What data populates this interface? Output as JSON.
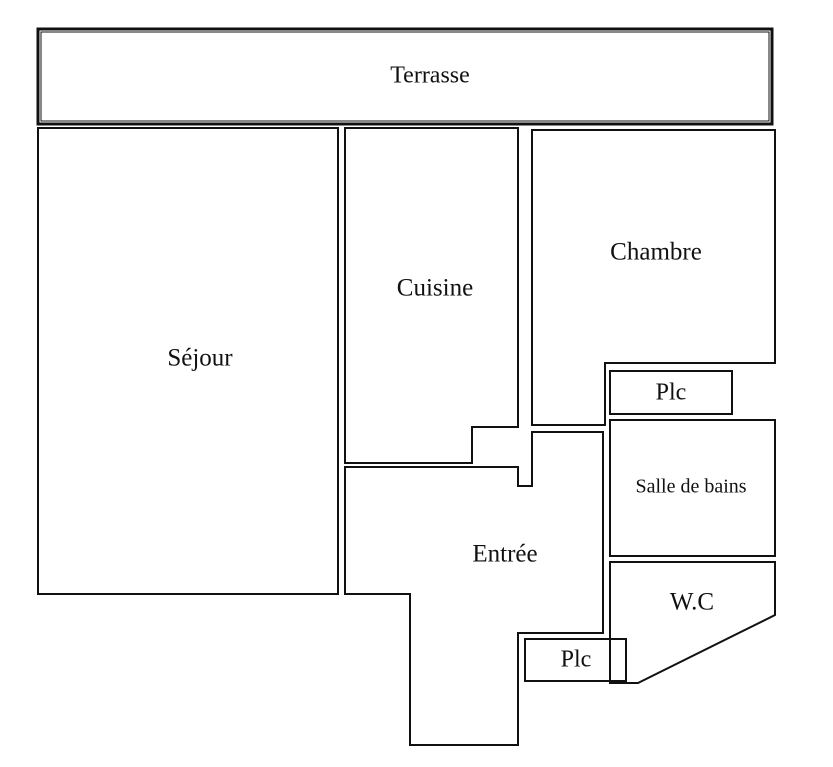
{
  "colors": {
    "terrace_fill": "#d3d3d3",
    "room_fill": "#ffffff",
    "wall": "#111111"
  },
  "rooms": {
    "terrasse": "Terrasse",
    "sejour": "Séjour",
    "cuisine": "Cuisine",
    "chambre": "Chambre",
    "placard_chambre": "Plc",
    "salle_de_bains": "Salle de bains",
    "entree": "Entrée",
    "wc": "W.C",
    "placard_entree": "Plc"
  }
}
